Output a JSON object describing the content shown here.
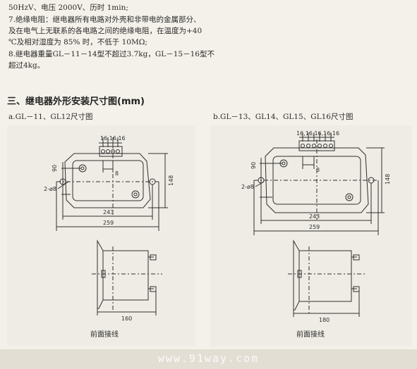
{
  "specs": {
    "line1": "50HzV、电压 2000V、历时 1min;",
    "line2": "7.绝缘电阻：继电器所有电路对外壳和非带电的金属部分、",
    "line3": "及在电气上无联系的各电路之间的绝缘电阻，在温度为+40",
    "line4": "℃及相对湿度为 85% 时，不低于 10MΩ;",
    "line5": "8.继电器重量GL－11－14型不超过3.7kg，GL－15－16型不",
    "line6": "超过4kg。"
  },
  "section_title": "三、继电器外形安装尺寸图(mm)",
  "left_drawing": {
    "caption": "a.GL－11、GL12尺寸图",
    "pitch_label": "16,16,16",
    "terminal_gap": "8",
    "height_90": "90",
    "height_148": "148",
    "hole_label": "2-ø8",
    "width_243": "243",
    "width_259": "259",
    "side_width": "160",
    "wiring_label": "前面接线"
  },
  "right_drawing": {
    "caption": "b.GL－13、GL14、GL15、GL16尺寸图",
    "pitch_label": "16,16,16,16,16",
    "terminal_gap": "8",
    "height_90": "90",
    "height_148": "148",
    "hole_label": "2-ø8",
    "width_243": "243",
    "width_259": "259",
    "side_width": "180",
    "wiring_label": "前面接线"
  },
  "watermark": "www.91way.com"
}
